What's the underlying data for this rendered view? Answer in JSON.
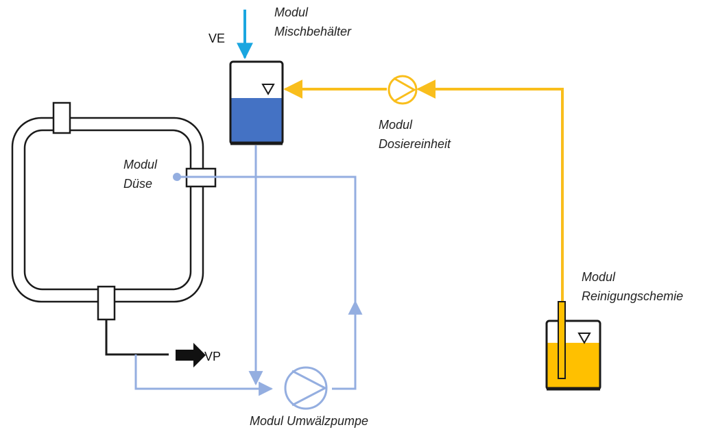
{
  "labels": {
    "mixing_tank": [
      "Modul",
      "Mischbehälter"
    ],
    "dosing_unit": [
      "Modul",
      "Dosiereinheit"
    ],
    "nozzle": [
      "Modul",
      "Düse"
    ],
    "cleaning_chem": [
      "Modul",
      "Reinigungschemie"
    ],
    "circ_pump": "Modul Umwälzpumpe",
    "ve_inlet": "VE",
    "vp_outlet": "VP"
  },
  "colors": {
    "ve_line": "#1aa6e0",
    "chemical_line": "#f9be1c",
    "water_line": "#94aee0",
    "tank_water": "#4472c4",
    "chem_fill": "#ffc000",
    "outline": "#1a1a1a"
  }
}
